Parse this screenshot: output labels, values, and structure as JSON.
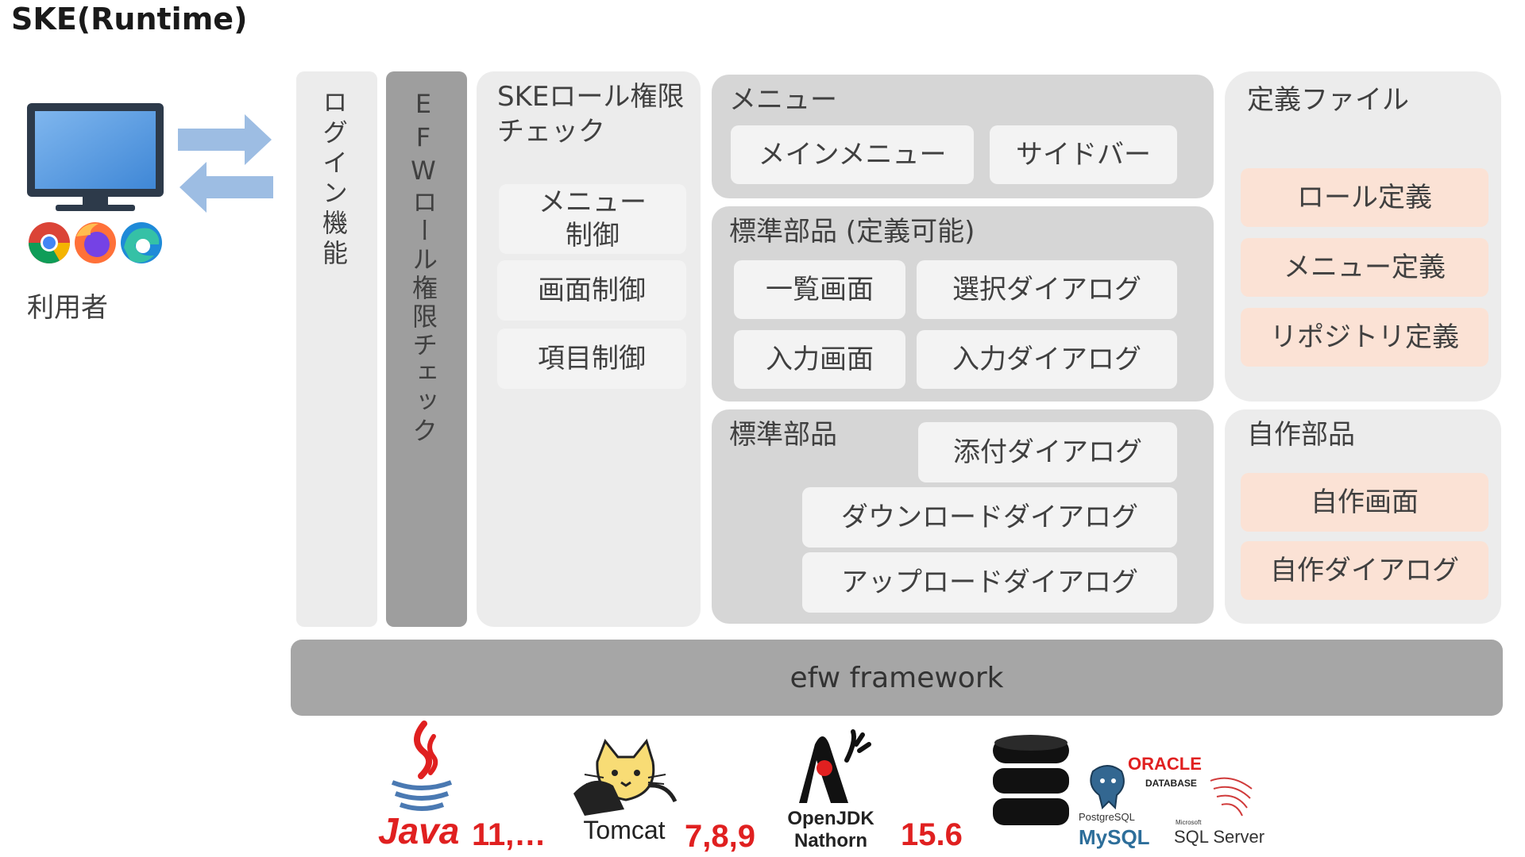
{
  "title": "SKE(Runtime)",
  "user": {
    "label": "利用者",
    "icons": [
      "monitor-icon",
      "chrome-icon",
      "firefox-icon",
      "edge-icon"
    ]
  },
  "login": {
    "label": "ログイン機能"
  },
  "efw_role": {
    "label": "EFWロール権限チェック"
  },
  "ske_role": {
    "title": "SKEロール権限チェック",
    "items": [
      "メニュー\n制御",
      "画面制御",
      "項目制御"
    ]
  },
  "menu": {
    "title": "メニュー",
    "items": [
      "メインメニュー",
      "サイドバー"
    ]
  },
  "standard_definable": {
    "title": "標準部品 (定義可能)",
    "items": [
      "一覧画面",
      "選択ダイアログ",
      "入力画面",
      "入力ダイアログ"
    ]
  },
  "standard": {
    "title": "標準部品",
    "items": [
      "添付ダイアログ",
      "ダウンロードダイアログ",
      "アップロードダイアログ"
    ]
  },
  "definition_files": {
    "title": "定義ファイル",
    "items": [
      "ロール定義",
      "メニュー定義",
      "リポジトリ定義"
    ]
  },
  "custom_parts": {
    "title": "自作部品",
    "items": [
      "自作画面",
      "自作ダイアログ"
    ]
  },
  "framework": {
    "label": "efw framework"
  },
  "stack": {
    "java": {
      "name": "Java",
      "version": "11,…"
    },
    "tomcat": {
      "name": "Tomcat",
      "version": "7,8,9"
    },
    "openjdk": {
      "name_line1": "OpenJDK",
      "name_line2": "Nathorn",
      "version": "15.6"
    },
    "databases": {
      "oracle": "ORACLE",
      "oracle_sub": "DATABASE",
      "postgres": "PostgreSQL",
      "mysql": "MySQL",
      "sqlserver_small": "Microsoft",
      "sqlserver": "SQL Server"
    }
  },
  "colors": {
    "accent_red": "#e02020",
    "peach": "#fbe2d5",
    "arrow_blue": "#9dbde3"
  }
}
